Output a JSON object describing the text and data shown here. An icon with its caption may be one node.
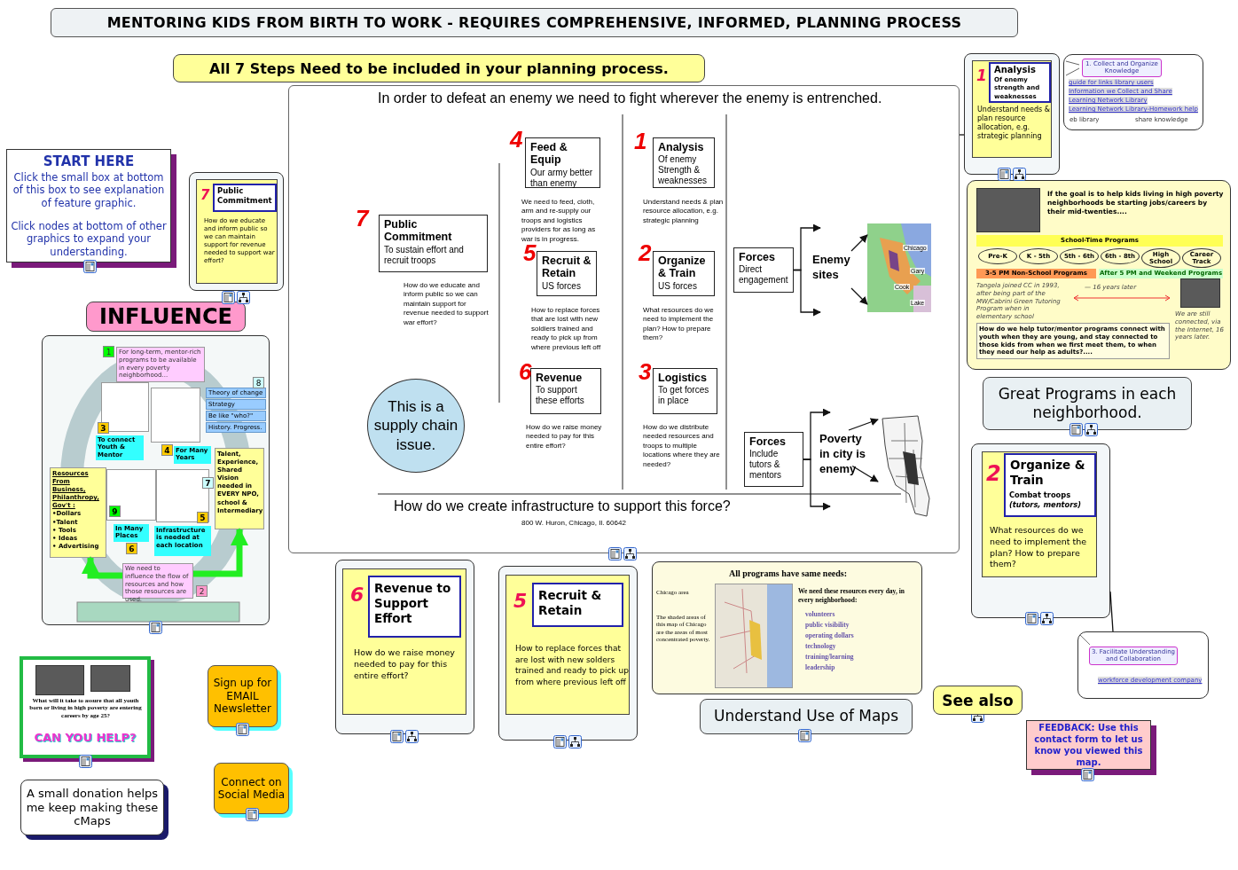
{
  "diagram": {
    "title": "MENTORING KIDS FROM BIRTH TO WORK - REQUIRES COMPREHENSIVE, INFORMED, PLANNING PROCESS",
    "nodes": [
      {
        "text": [
          "All 7 Steps Need to be included in your planning process."
        ]
      },
      {
        "text": [
          "In order to defeat an enemy we need to fight wherever the enemy is entrenched.",
          "How do we create infrastructure to support this force?",
          "800 W. Huron, Chicago, Il. 60642"
        ]
      },
      {
        "text": [
          "Public Commitment",
          "To sustain effort and recruit troops"
        ],
        "in": 1,
        "beside": [
          "7",
          "How do we educate and inform public so we can maintain support for revenue needed to support war effort?"
        ]
      },
      {
        "text": [
          "Feed & Equip",
          "Our army better than enemy"
        ],
        "in": 1,
        "beside": [
          "4",
          "We need to feed, cloth, arm and re-supply our troops and logistics providers for as long as war is in progress."
        ]
      },
      {
        "text": [
          "Analysis",
          "Of enemy Strength & weaknesses"
        ],
        "in": 1,
        "beside": [
          "1",
          "Understand needs & plan resource allocation, e.g. strategic planning"
        ]
      },
      {
        "text": [
          "Recruit & Retain",
          "US forces"
        ],
        "in": 1,
        "beside": [
          "5",
          "How to replace forces that are lost with new soldiers trained and ready to pick up from where previous left off"
        ]
      },
      {
        "text": [
          "Organize & Train",
          "US forces"
        ],
        "in": 1,
        "beside": [
          "2",
          "What resources do we need to implement the plan? How to prepare them?"
        ]
      },
      {
        "text": [
          "Forces",
          "Direct engagement"
        ],
        "in": 1
      },
      {
        "text": [
          "Enemy sites"
        ],
        "in": 1
      },
      {
        "text": [],
        "shape": "picture",
        "in": 1
      },
      {
        "text": [
          "Revenue",
          "To support these efforts"
        ],
        "in": 1,
        "beside": [
          "6",
          "How do we raise money needed to pay for this entire effort?"
        ]
      },
      {
        "text": [
          "Logistics",
          "To get forces in place"
        ],
        "in": 1,
        "beside": [
          "3",
          "How do we distribute needed resources and troops to multiple locations where they are needed?"
        ]
      },
      {
        "text": [
          "This is a supply chain issue."
        ],
        "in": 1
      },
      {
        "text": [
          "Forces",
          "Include tutors & mentors"
        ],
        "in": 1
      },
      {
        "text": [
          "Poverty in city is enemy"
        ],
        "in": 1
      },
      {
        "text": [],
        "shape": "picture",
        "in": 1
      },
      {
        "text": [
          "START HERE",
          "Click the small box at bottom of this box to see explanation of feature graphic.",
          "Click nodes at bottom of other graphics to expand your understanding."
        ]
      },
      {
        "text": [
          "7",
          "Public Commitment",
          "How do we educate and inform public so we can maintain support for revenue needed to support war effort?"
        ]
      },
      {
        "text": [
          "INFLUENCE"
        ]
      },
      {
        "text": [],
        "shape": "picture"
      },
      {
        "text": [
          "For long-term, mentor-rich programs to be available in every poverty neighborhood..."
        ],
        "in": 19,
        "beside": [
          "1"
        ]
      },
      {
        "text": [
          "Theory of change"
        ],
        "in": 19,
        "beside": [
          "8"
        ]
      },
      {
        "text": [
          "Strategy"
        ],
        "in": 19
      },
      {
        "text": [
          "Be like \"who?\""
        ],
        "in": 19
      },
      {
        "text": [
          "History. Progress."
        ],
        "in": 19
      },
      {
        "text": [
          "To connect Youth & Mentor"
        ],
        "in": 19,
        "beside": [
          "3"
        ]
      },
      {
        "text": [
          "For Many Years"
        ],
        "in": 19,
        "beside": [
          "4"
        ]
      },
      {
        "text": [
          "Resources From Business, Philanthropy, Gov't :",
          "•Dollars",
          "•Talent",
          "• Tools",
          "• Ideas",
          "• Advertising"
        ],
        "in": 19,
        "beside": [
          "9"
        ]
      },
      {
        "text": [
          "In Many Places"
        ],
        "in": 19,
        "beside": [
          "6"
        ]
      },
      {
        "text": [
          "Infrastructure is needed at each location"
        ],
        "in": 19,
        "beside": [
          "5"
        ]
      },
      {
        "text": [
          "Talent, Experience, Shared Vision needed in EVERY NPO, school & Intermediary"
        ],
        "in": 19,
        "beside": [
          "7"
        ]
      },
      {
        "text": [
          "We need to influence the flow of resources and how those resources are used."
        ],
        "in": 19,
        "beside": [
          "2"
        ]
      },
      {
        "text": [
          "1",
          "Analysis",
          "Of enemy strength and weaknesses",
          "Understand needs & plan resource allocation, e.g. strategic planning"
        ]
      },
      {
        "text": [
          "1. Collect and Organize Knowledge",
          "guide for links library users",
          "Information we Collect and Share",
          "Learning Network Library",
          "Learning Network Library-Homework help",
          "eb library",
          "share knowledge"
        ]
      },
      {
        "text": [
          "If the goal is to help kids living in high poverty neighborhoods be starting jobs/careers by their mid-twenties....",
          "School-Time Programs",
          "Pre-K",
          "K - 5th",
          "5th - 6th",
          "6th - 8th",
          "High School",
          "Career Track",
          "3-5 PM Non-School Programs",
          "After 5 PM and Weekend Programs",
          "Tangela joined CC in 1993, after being part of the MW/Cabrini Green Tutoring Program when in elementary school",
          "— 16 years later",
          "We are still connected, via the Internet, 16 years later.",
          "How do we help tutor/mentor programs connect with youth when they are young, and stay connected to those kids from when we first meet them, to when they need our help as adults?...."
        ]
      },
      {
        "text": [
          "Great Programs in each neighborhood."
        ]
      },
      {
        "text": [
          "2",
          "Organize & Train",
          "Combat troops *(tutors, mentors)*",
          "What resources do we need to implement the plan? How to prepare them?"
        ]
      },
      {
        "text": [
          "3. Facilitate Understanding and Collaboration",
          "workforce development company"
        ]
      },
      {
        "text": [
          "See also"
        ]
      },
      {
        "text": [
          "FEEDBACK: Use this contact form to let us know you viewed this map."
        ]
      },
      {
        "text": [
          "6",
          "Revenue to Support Effort",
          "How do we raise money needed to pay for this entire effort?"
        ]
      },
      {
        "text": [
          "5",
          "Recruit & Retain",
          "How to replace forces that are lost with new solders trained and ready to pick up from where previous left off"
        ]
      },
      {
        "text": [
          "All programs have same needs:",
          "Chicago area",
          "We need these resources every day, in every neighborhood:",
          "volunteers",
          "public visibility",
          "operating dollars",
          "technology",
          "training/learning",
          "leadership",
          "The shaded areas of this map of Chicago are the areas of most concentrated poverty."
        ]
      },
      {
        "text": [
          "Understand Use of Maps"
        ]
      },
      {
        "text": [
          "What will it take to assure that all youth born or living in high poverty are entering careers by age 25?",
          "CAN YOU HELP?"
        ]
      },
      {
        "text": [
          "A small donation helps me keep making these cMaps"
        ]
      },
      {
        "text": [
          "Sign up for EMAIL Newsletter"
        ]
      },
      {
        "text": [
          "Connect on Social Media"
        ]
      }
    ],
    "edges": [
      {
        "from": 1,
        "to": 32,
        "arrow": "none"
      },
      {
        "from": 36,
        "to": 37,
        "arrow": "none"
      },
      {
        "from": 7,
        "to": 8,
        "arrow": "to"
      },
      {
        "from": 7,
        "to": 8,
        "arrow": "to"
      },
      {
        "from": 8,
        "to": 9,
        "arrow": "to"
      },
      {
        "from": 8,
        "to": 9,
        "arrow": "to"
      },
      {
        "from": 13,
        "to": 14,
        "arrow": "to"
      },
      {
        "from": 13,
        "to": 14,
        "arrow": "to"
      },
      {
        "from": 14,
        "to": 15,
        "arrow": "to"
      },
      {
        "from": 14,
        "to": 15,
        "arrow": "to"
      },
      {
        "from": 31,
        "to": 27,
        "arrow": "to",
        "style": "thick",
        "color": "#22ee22"
      },
      {
        "from": 31,
        "to": 30,
        "arrow": "to",
        "style": "thick",
        "color": "#22ee22"
      }
    ],
    "labels": [
      "Chicago",
      "Gary",
      "Cook",
      "Lake"
    ]
  }
}
